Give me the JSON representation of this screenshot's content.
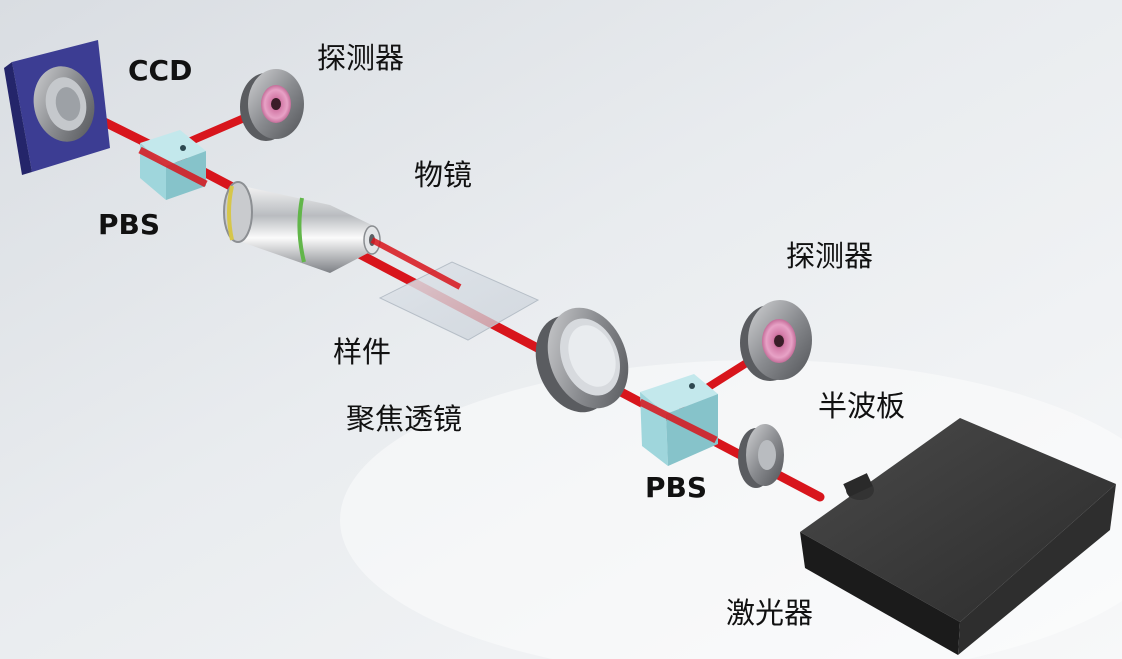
{
  "labels": {
    "ccd": "CCD",
    "detector_top": "探测器",
    "pbs_top": "PBS",
    "objective": "物镜",
    "detector_right": "探测器",
    "sample": "样件",
    "focusing_lens": "聚焦透镜",
    "half_wave_plate": "半波板",
    "pbs_bottom": "PBS",
    "laser": "激光器"
  },
  "colors": {
    "beam": "#d8151c",
    "pbs_cube": "#a9dde2",
    "ccd_body": "#3c3d93",
    "laser_body": "#2a2a2a"
  }
}
